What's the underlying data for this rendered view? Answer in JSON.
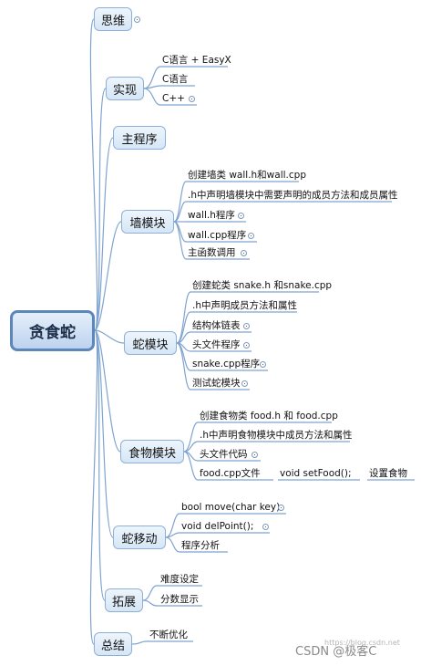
{
  "root": "贪食蛇",
  "branches": {
    "thinking": {
      "label": "思维"
    },
    "impl": {
      "label": "实现",
      "items": [
        "C语言 + EasyX",
        "C语言",
        "C++"
      ]
    },
    "main": {
      "label": "主程序"
    },
    "wall": {
      "label": "墙模块",
      "items": [
        "创建墙类 wall.h和wall.cpp",
        ".h中声明墙模块中需要声明的成员方法和成员属性",
        "wall.h程序",
        "wall.cpp程序",
        "主函数调用"
      ]
    },
    "snake": {
      "label": "蛇模块",
      "items": [
        "创建蛇类 snake.h 和snake.cpp",
        ".h中声明成员方法和属性",
        "结构体链表",
        "头文件程序",
        "snake.cpp程序",
        "测试蛇模块"
      ]
    },
    "food": {
      "label": "食物模块",
      "items": [
        "创建食物类 food.h 和 food.cpp",
        ".h中声明食物模块中成员方法和属性",
        "头文件代码",
        "food.cpp文件",
        "void setFood();",
        "设置食物"
      ]
    },
    "move": {
      "label": "蛇移动",
      "items": [
        "bool move(char key);",
        "void delPoint();",
        "程序分析"
      ]
    },
    "ext": {
      "label": "拓展",
      "items": [
        "难度设定",
        "分数显示"
      ]
    },
    "summary": {
      "label": "总结",
      "items": [
        "不断优化"
      ]
    }
  },
  "watermark": {
    "main": "CSDN @极客C",
    "small": "https://blog.csdn.net"
  },
  "colors": {
    "line": "#7fa3d0",
    "node_border": "#8fb0d6",
    "root_border": "#5d87ba"
  }
}
